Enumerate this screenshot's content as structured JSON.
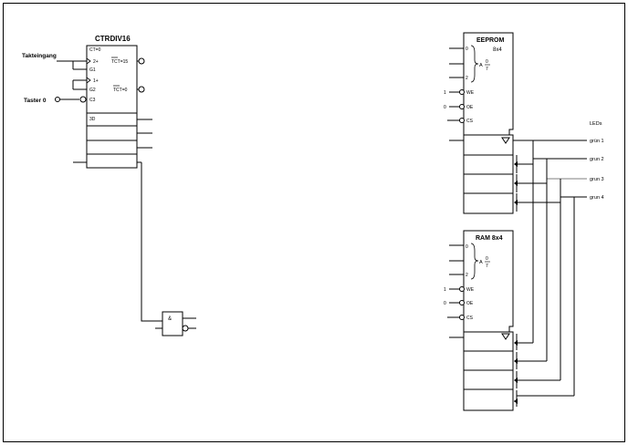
{
  "counter": {
    "title": "CTRDIV16",
    "pin_ct0": "CT=0",
    "pin_2plus": "2+",
    "pin_g1": "G1",
    "pin_1plus": "1+",
    "pin_g2": "G2",
    "pin_c3": "C3",
    "pin_tct15": "TCT=15",
    "pin_tct0": "TCT=0",
    "pin_3d": "3D"
  },
  "inputs": {
    "clock": "Takteingang",
    "button": "Taster 0"
  },
  "gate": {
    "symbol": "&"
  },
  "eeprom": {
    "title": "EEPROM",
    "size": "8x4",
    "addr_0": "0",
    "addr_2": "2",
    "range_top": "0",
    "range_bottom": "7",
    "range_letter": "A",
    "we_val": "1",
    "we": "WE",
    "oe_val": "0",
    "oe": "OE",
    "cs": "CS"
  },
  "ram": {
    "title": "RAM 8x4",
    "addr_0": "0",
    "addr_2": "2",
    "range_top": "0",
    "range_bottom": "7",
    "range_letter": "A",
    "we_val": "1",
    "we": "WE",
    "oe_val": "0",
    "oe": "OE",
    "cs": "CS"
  },
  "leds": {
    "title": "LEDs",
    "items": [
      "grün 1",
      "grun 2",
      "grun 3",
      "grun 4"
    ]
  }
}
